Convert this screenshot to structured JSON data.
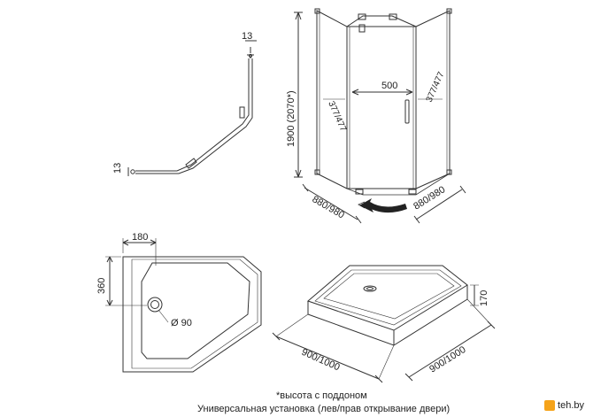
{
  "dims": {
    "profile_top": "13",
    "profile_left": "13",
    "height": "1900 (2070*)",
    "door_width": "500",
    "side_left": "377/477",
    "side_right": "377/477",
    "base_left": "880/980",
    "base_right": "880/980",
    "tray_offset_x": "180",
    "tray_offset_y": "360",
    "drain": "Ø 90",
    "tray_height": "170",
    "tray_left": "900/1000",
    "tray_right": "900/1000"
  },
  "notes": {
    "with_tray": "*высота с поддоном",
    "install": "Универсальная установка (лев/прав открывание двери)"
  },
  "watermark": {
    "text": "teh.by"
  }
}
